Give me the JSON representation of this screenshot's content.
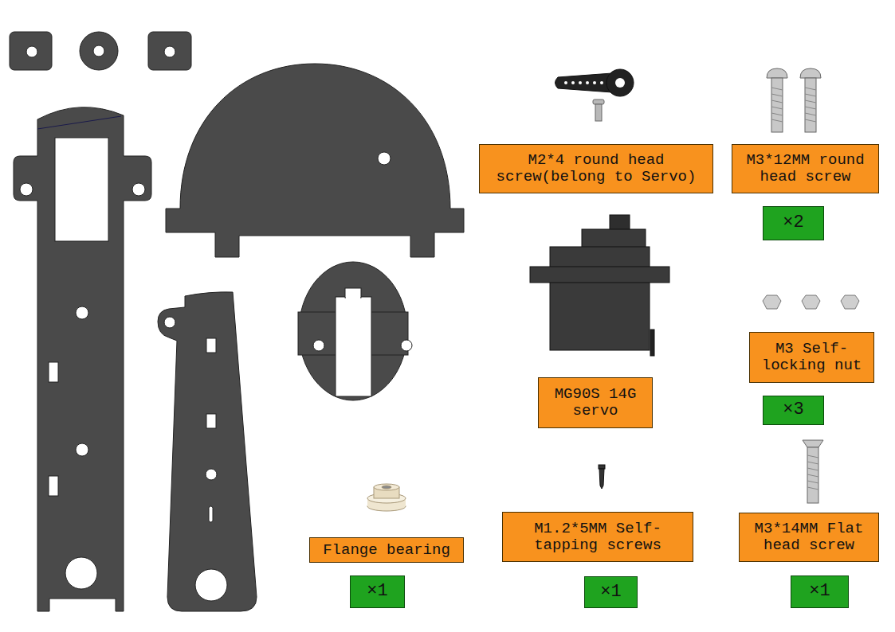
{
  "diagram": {
    "nodes": [
      {
        "text": [
          "M2*4 round head screw(belong to Servo)"
        ]
      },
      {
        "text": [
          "M3*12MM round head screw"
        ]
      },
      {
        "text": [
          "×2"
        ]
      },
      {
        "text": [
          "MG90S 14G servo"
        ]
      },
      {
        "text": [
          "M3 Self-locking nut"
        ]
      },
      {
        "text": [
          "×3"
        ]
      },
      {
        "text": [
          "Flange bearing"
        ]
      },
      {
        "text": [
          "×1"
        ]
      },
      {
        "text": [
          "M1.2*5MM Self-tapping screws"
        ]
      },
      {
        "text": [
          "×1"
        ]
      },
      {
        "text": [
          "M3*14MM Flat head screw"
        ]
      },
      {
        "text": [
          "×1"
        ]
      }
    ]
  }
}
